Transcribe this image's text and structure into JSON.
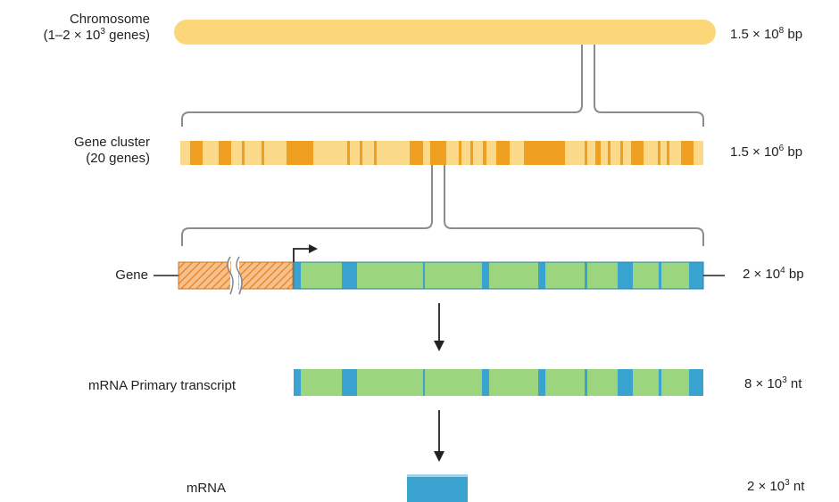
{
  "levels": {
    "chromosome": {
      "label_line1": "Chromosome",
      "label_line2_pre": "(1–2 × 10",
      "label_line2_exp": "3",
      "label_line2_post": " genes)",
      "size_pre": "1.5 × 10",
      "size_exp": "8",
      "size_post": " bp"
    },
    "gene_cluster": {
      "label_line1": "Gene cluster",
      "label_line2": "(20 genes)",
      "size_pre": "1.5 × 10",
      "size_exp": "6",
      "size_post": " bp"
    },
    "gene": {
      "label": "Gene",
      "size_pre": "2 × 10",
      "size_exp": "4",
      "size_post": " bp"
    },
    "primary_transcript": {
      "label": "mRNA Primary transcript",
      "size_pre": "8 × 10",
      "size_exp": "3",
      "size_post": " nt"
    },
    "mrna": {
      "label": "mRNA",
      "size_pre": "2 × 10",
      "size_exp": "3",
      "size_post": " nt"
    }
  },
  "colors": {
    "chromosome": "#fbd77a",
    "cluster_light": "#fbd98a",
    "cluster_gene": "#f0a020",
    "exon": "#3aa3cf",
    "intron": "#9bd67f",
    "promoter": "#f7c08a",
    "promoter_hatch": "#e07a1a",
    "bracket": "#8c8c8c",
    "arrow": "#222222"
  }
}
